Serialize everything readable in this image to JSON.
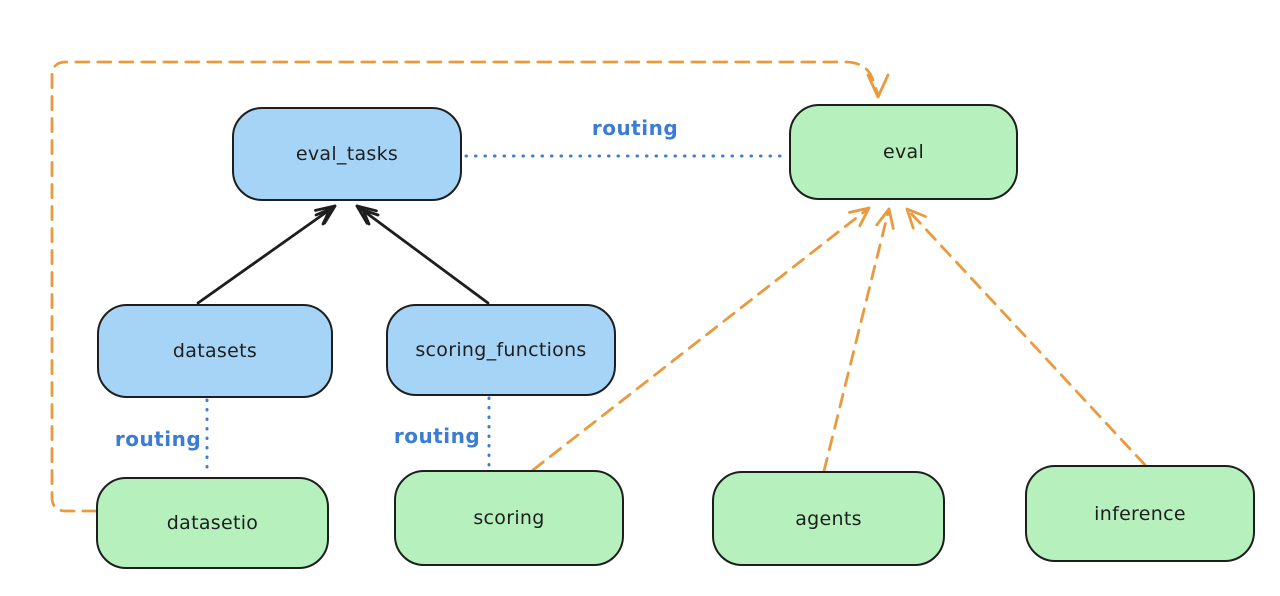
{
  "diagram": {
    "nodes": {
      "eval_tasks": {
        "label": "eval_tasks",
        "fill": "blue"
      },
      "eval": {
        "label": "eval",
        "fill": "green"
      },
      "datasets": {
        "label": "datasets",
        "fill": "blue"
      },
      "scoring_functions": {
        "label": "scoring_functions",
        "fill": "blue"
      },
      "datasetio": {
        "label": "datasetio",
        "fill": "green"
      },
      "scoring": {
        "label": "scoring",
        "fill": "green"
      },
      "agents": {
        "label": "agents",
        "fill": "green"
      },
      "inference": {
        "label": "inference",
        "fill": "green"
      }
    },
    "edges": [
      {
        "from": "datasets",
        "to": "eval_tasks",
        "style": "solid-arrow",
        "color": "black"
      },
      {
        "from": "scoring_functions",
        "to": "eval_tasks",
        "style": "solid-arrow",
        "color": "black"
      },
      {
        "from": "eval_tasks",
        "to": "eval",
        "style": "dotted",
        "color": "blue",
        "label": "routing"
      },
      {
        "from": "datasets",
        "to": "datasetio",
        "style": "dotted",
        "color": "blue",
        "label": "routing"
      },
      {
        "from": "scoring_functions",
        "to": "scoring",
        "style": "dotted",
        "color": "blue",
        "label": "routing"
      },
      {
        "from": "datasetio",
        "to": "eval",
        "style": "dashed-arrow",
        "color": "orange"
      },
      {
        "from": "scoring",
        "to": "eval",
        "style": "dashed-arrow",
        "color": "orange"
      },
      {
        "from": "agents",
        "to": "eval",
        "style": "dashed-arrow",
        "color": "orange"
      },
      {
        "from": "inference",
        "to": "eval",
        "style": "dashed-arrow",
        "color": "orange"
      }
    ],
    "colors": {
      "node_blue": "#a6d4f7",
      "node_green": "#b5f0bd",
      "stroke": "#1e1e1e",
      "routing_blue": "#3a7cd6",
      "arrow_orange": "#ea9a3e",
      "background": "#ffffff"
    }
  }
}
